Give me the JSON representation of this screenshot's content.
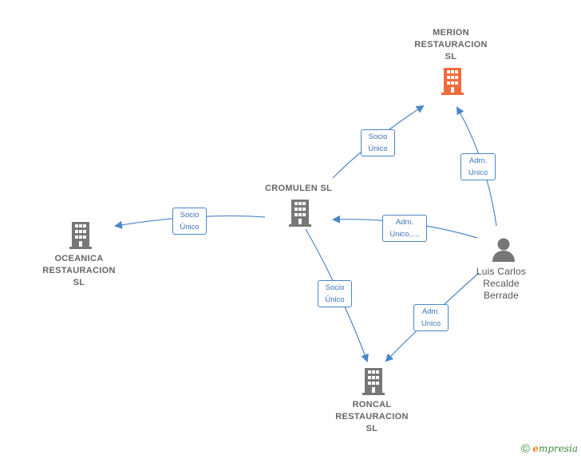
{
  "nodes": {
    "merion": {
      "label": "MERION\nRESTAURACION\nSL",
      "color": "#f26a3b"
    },
    "cromulen": {
      "label": "CROMULEN  SL",
      "color": "#777777"
    },
    "oceanica": {
      "label": "OCEANICA\nRESTAURACION\nSL",
      "color": "#777777"
    },
    "roncal": {
      "label": "RONCAL\nRESTAURACION\nSL",
      "color": "#777777"
    },
    "person": {
      "label": "Luis Carlos\nRecalde\nBerrade",
      "color": "#777777"
    }
  },
  "edges": {
    "cromulen_merion": "Socio\nÚnico",
    "person_merion": "Adm.\nUnico",
    "cromulen_oceanica": "Socio\nÚnico",
    "person_cromulen": "Adm.\nUnico,....",
    "cromulen_roncal": "Socio\nÚnico",
    "person_roncal": "Adm.\nUnico"
  },
  "colors": {
    "edge": "#4a86c8",
    "accent": "#f26a3b"
  },
  "icons": {
    "company": "building-icon",
    "person": "person-icon"
  },
  "footer": {
    "copyright": "©",
    "brand_first": "e",
    "brand_rest": "mpresia"
  }
}
